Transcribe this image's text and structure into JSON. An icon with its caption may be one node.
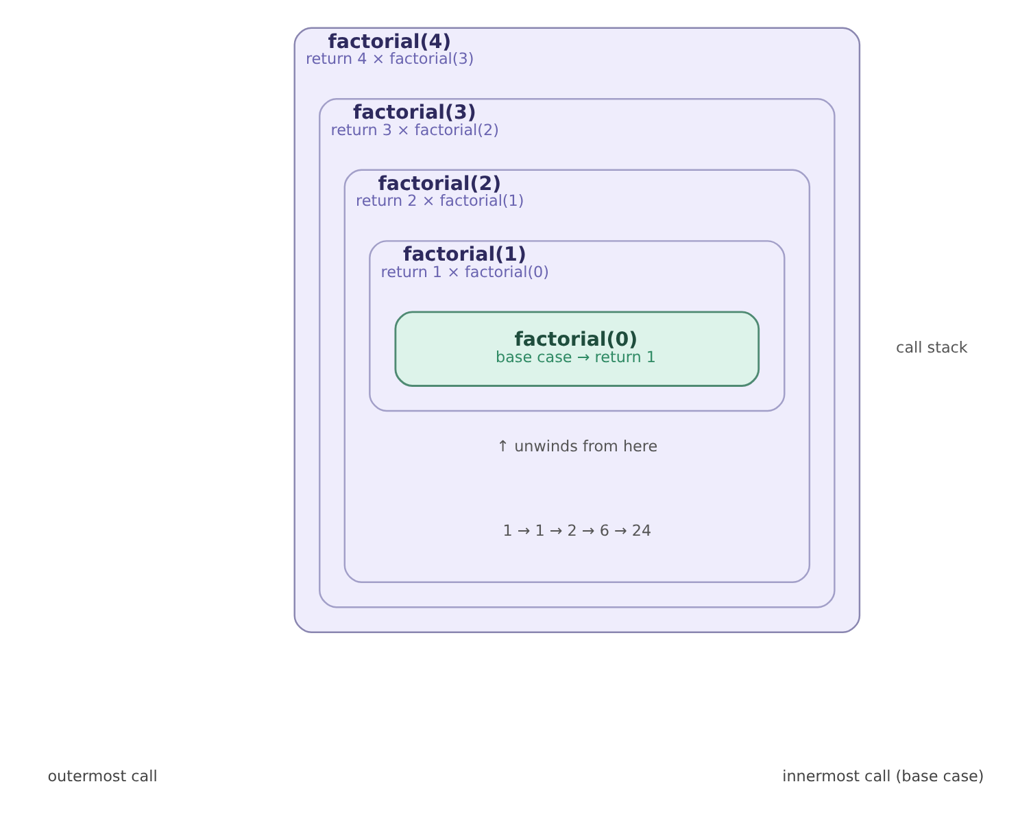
{
  "diagram": {
    "nodes": [
      {
        "text": [
          "factorial(4)",
          "return 4 × factorial(3)"
        ]
      },
      {
        "text": [
          "factorial(3)",
          "return 3 × factorial(2)"
        ],
        "in": 0
      },
      {
        "text": [
          "factorial(2)",
          "return 2 × factorial(1)"
        ],
        "in": 1
      },
      {
        "text": [
          "factorial(1)",
          "return 1 × factorial(0)"
        ],
        "in": 2
      },
      {
        "text": [
          "factorial(0)",
          "base case → return 1"
        ],
        "in": 3
      }
    ],
    "labels": [
      "call stack",
      "↑ unwinds from here",
      "1 → 1 → 2 → 6 → 24",
      "outermost call",
      "innermost call (base case)"
    ]
  }
}
